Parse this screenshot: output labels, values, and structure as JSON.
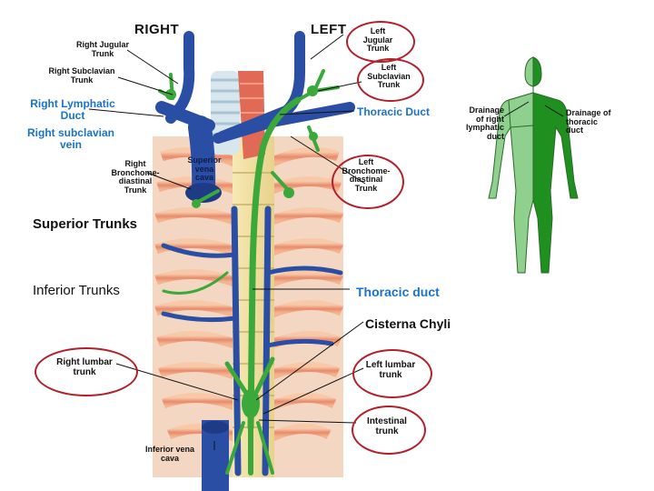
{
  "side_labels": {
    "right": "RIGHT",
    "left": "LEFT"
  },
  "labels": {
    "right_jugular": "Right Jugular\nTrunk",
    "right_subclavian": "Right Subclavian\nTrunk",
    "right_lymphatic_duct": "Right Lymphatic\nDuct",
    "right_subclavian_vein": "Right subclavian\nvein",
    "right_bronchomediastinal": "Right\nBronchome-\ndiastinal\nTrunk",
    "superior_vena_cava": "Superior\nvena\ncava",
    "left_jugular": "Left\nJugular\nTrunk",
    "left_subclavian": "Left\nSubclavian\nTrunk",
    "thoracic_duct_upper": "Thoracic Duct",
    "left_bronchomediastinal": "Left\nBronchome-\ndiastinal\nTrunk",
    "superior_trunks": "Superior Trunks",
    "inferior_trunks": "Inferior Trunks",
    "thoracic_duct_lower": "Thoracic duct",
    "cisterna_chyli": "Cisterna Chyli",
    "right_lumbar": "Right lumbar\ntrunk",
    "left_lumbar": "Left lumbar\ntrunk",
    "intestinal": "Intestinal\ntrunk",
    "inferior_vena_cava": "Inferior vena\ncava"
  },
  "drainage": {
    "right": "Drainage\nof right\nlymphatic\nduct",
    "left": "Drainage of\nthoracic\nduct"
  },
  "colors": {
    "vein": "#2a4ea3",
    "lymph": "#3aa83a",
    "highlight_oval": "#b3202a",
    "label_blue": "#1a73c9",
    "rib": "#e8806a",
    "drainage_right": "#8fd08f",
    "drainage_left": "#1f8f1f"
  }
}
